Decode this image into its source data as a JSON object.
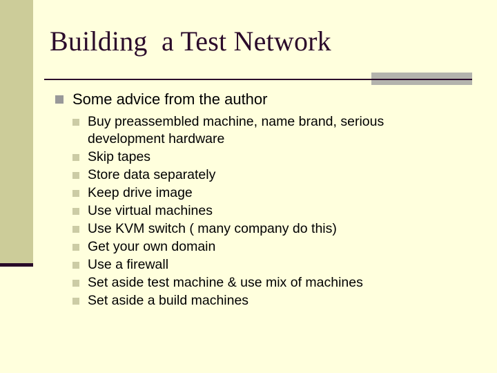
{
  "slide": {
    "title": "Building  a Test Network",
    "theme": {
      "background": "#ffffdd",
      "sidebar": "#cccc99",
      "sidebar_foot": "#280a28",
      "title_color": "#2b0b2b",
      "rule_color": "#2b0b2b",
      "accent_bar": "#b3b3ad",
      "bullet_level1": "#999999",
      "bullet_level2": "#cccca5",
      "body_text": "#000000"
    },
    "bullets": [
      {
        "level": 1,
        "text": "Some advice from the author",
        "children": [
          {
            "level": 2,
            "text": "Buy preassembled machine, name brand, serious development hardware"
          },
          {
            "level": 2,
            "text": "Skip tapes"
          },
          {
            "level": 2,
            "text": "Store data separately"
          },
          {
            "level": 2,
            "text": "Keep drive image"
          },
          {
            "level": 2,
            "text": "Use virtual machines"
          },
          {
            "level": 2,
            "text": "Use KVM switch ( many company do this)"
          },
          {
            "level": 2,
            "text": "Get your own domain"
          },
          {
            "level": 2,
            "text": "Use a firewall"
          },
          {
            "level": 2,
            "text": "Set aside test machine & use mix of machines"
          },
          {
            "level": 2,
            "text": "Set aside a build machines"
          }
        ]
      }
    ]
  }
}
